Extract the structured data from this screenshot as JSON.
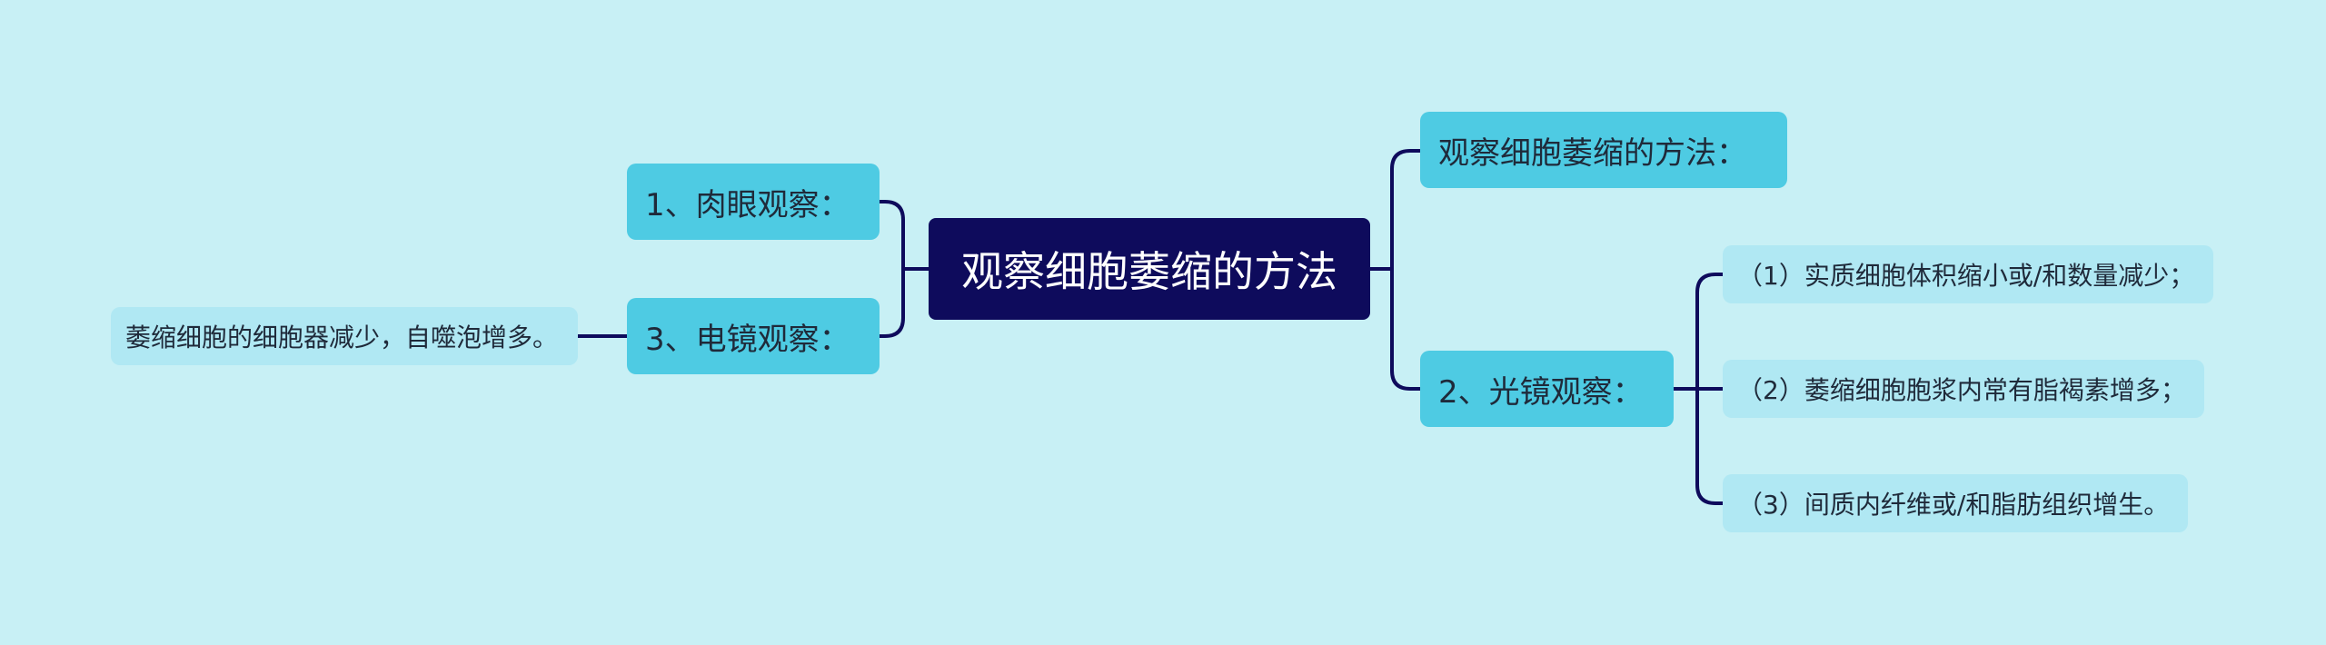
{
  "mindmap": {
    "root": "观察细胞萎缩的方法",
    "left": {
      "naked_eye": "1、肉眼观察：",
      "electron": {
        "label": "3、电镜观察：",
        "child": "萎缩细胞的细胞器减少，自噬泡增多。"
      }
    },
    "right": {
      "method": "观察细胞萎缩的方法：",
      "light": {
        "label": "2、光镜观察：",
        "children": [
          "（1）实质细胞体积缩小或/和数量减少；",
          "（2）萎缩细胞胞浆内常有脂褐素增多；",
          "（3）间质内纤维或/和脂肪组织增生。"
        ]
      }
    }
  },
  "colors": {
    "background": "#c8f0f5",
    "root_fill": "#0e0b5c",
    "level1_fill": "#4ecbe3",
    "level2_fill": "#b0e8f3",
    "connector": "#0e0b5c"
  }
}
